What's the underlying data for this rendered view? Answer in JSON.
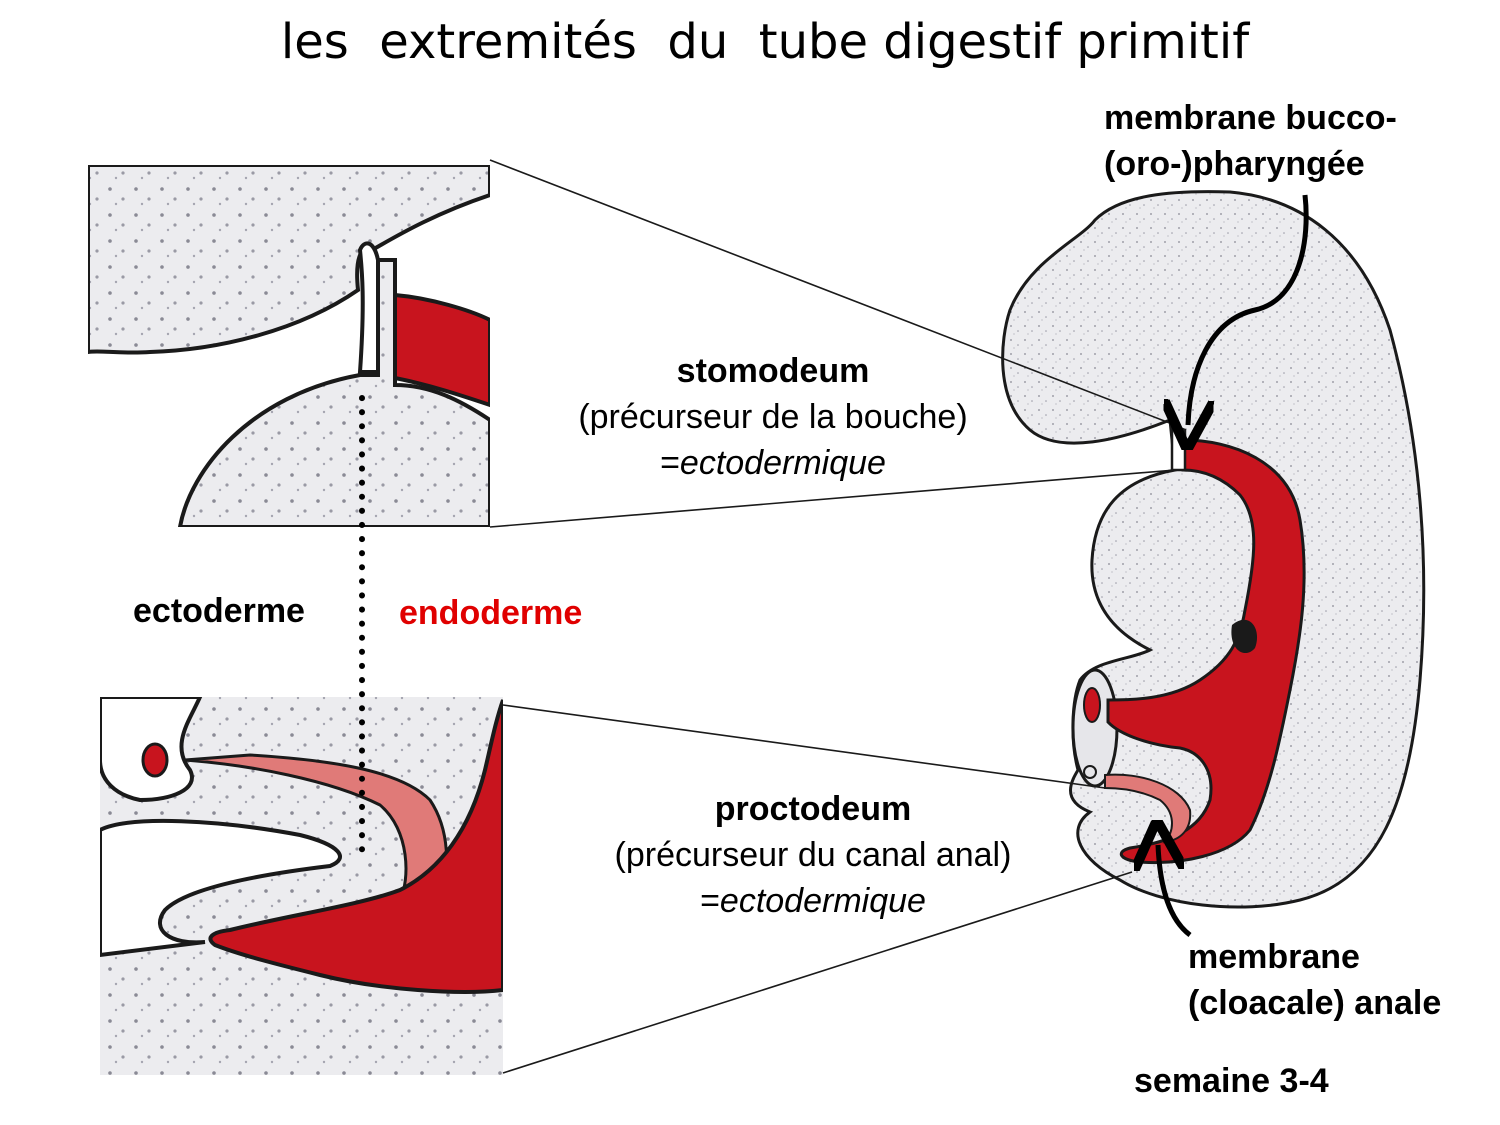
{
  "title": "les  extremités  du  tube digestif primitif",
  "labels": {
    "membrane_bucco_line1": "membrane bucco-",
    "membrane_bucco_line2": "(oro-)pharyngée",
    "stomodeum_name": "stomodeum",
    "stomodeum_desc": "(précurseur de la bouche)",
    "stomodeum_eq": "=",
    "stomodeum_type": "ectodermique",
    "ectoderme": "ectoderme",
    "endoderme": "endoderme",
    "proctodeum_name": "proctodeum",
    "proctodeum_desc": "(précurseur du canal anal)",
    "proctodeum_eq": "=",
    "proctodeum_type": "ectodermique",
    "membrane_anale_line1": "membrane",
    "membrane_anale_line2": "(cloacale) anale",
    "semaine": "semaine 3-4"
  },
  "colors": {
    "endoderm_red": "#c8141e",
    "endoderm_pink": "#e07a78",
    "tissue_fill": "#ebebee",
    "outline": "#1a1a1a",
    "endoderme_label": "#e00000"
  }
}
